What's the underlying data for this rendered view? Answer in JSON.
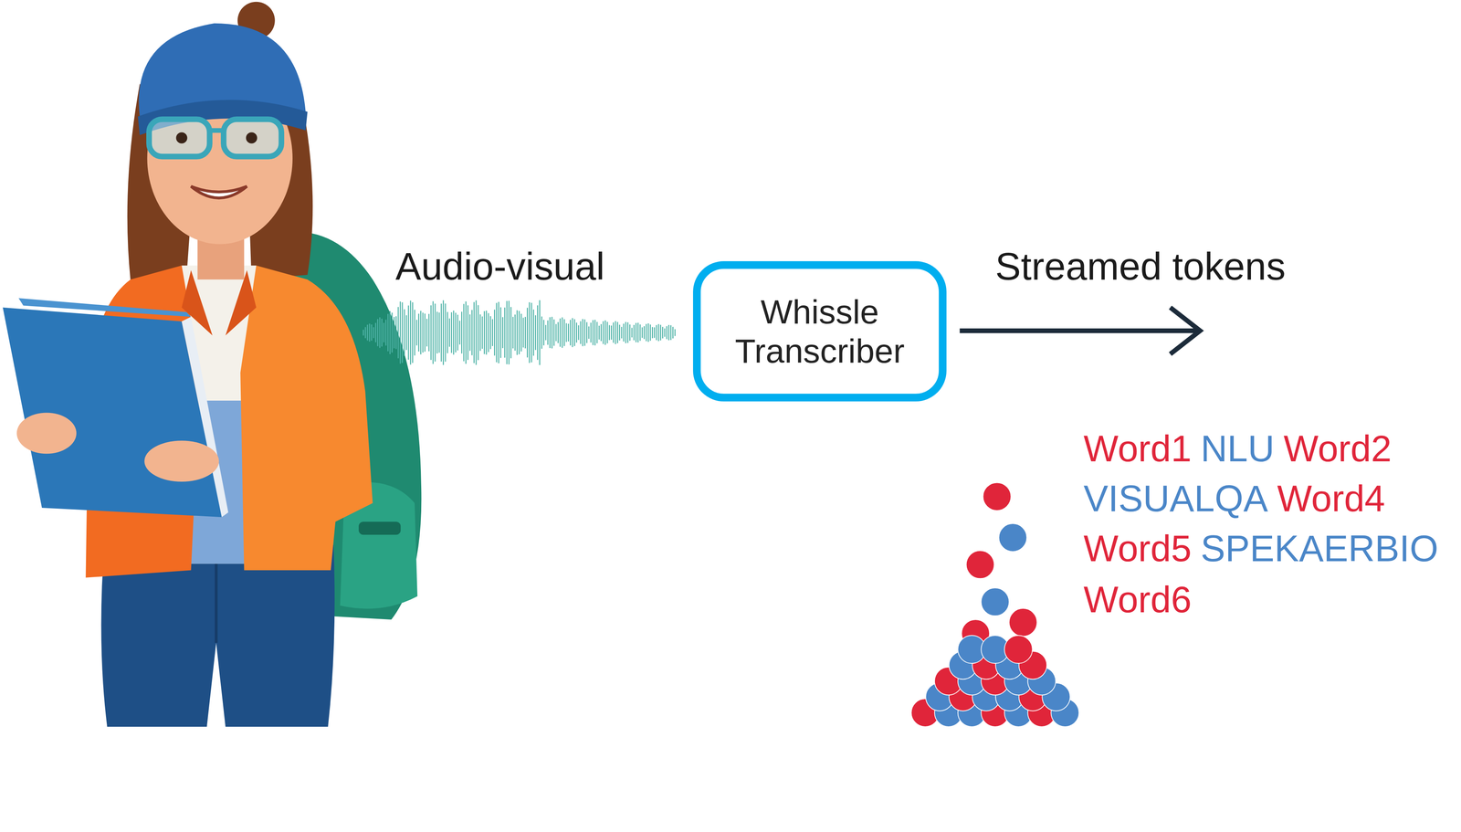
{
  "diagram": {
    "nodes": [
      {
        "text": [
          "Whissle Transcriber"
        ]
      }
    ],
    "labels": [
      "Audio-visual",
      "Streamed tokens",
      "Word1",
      "NLU",
      "Word2",
      "VISUALQA",
      "Word4",
      "Word5",
      "SPEKAERBIO",
      "Word6"
    ]
  }
}
